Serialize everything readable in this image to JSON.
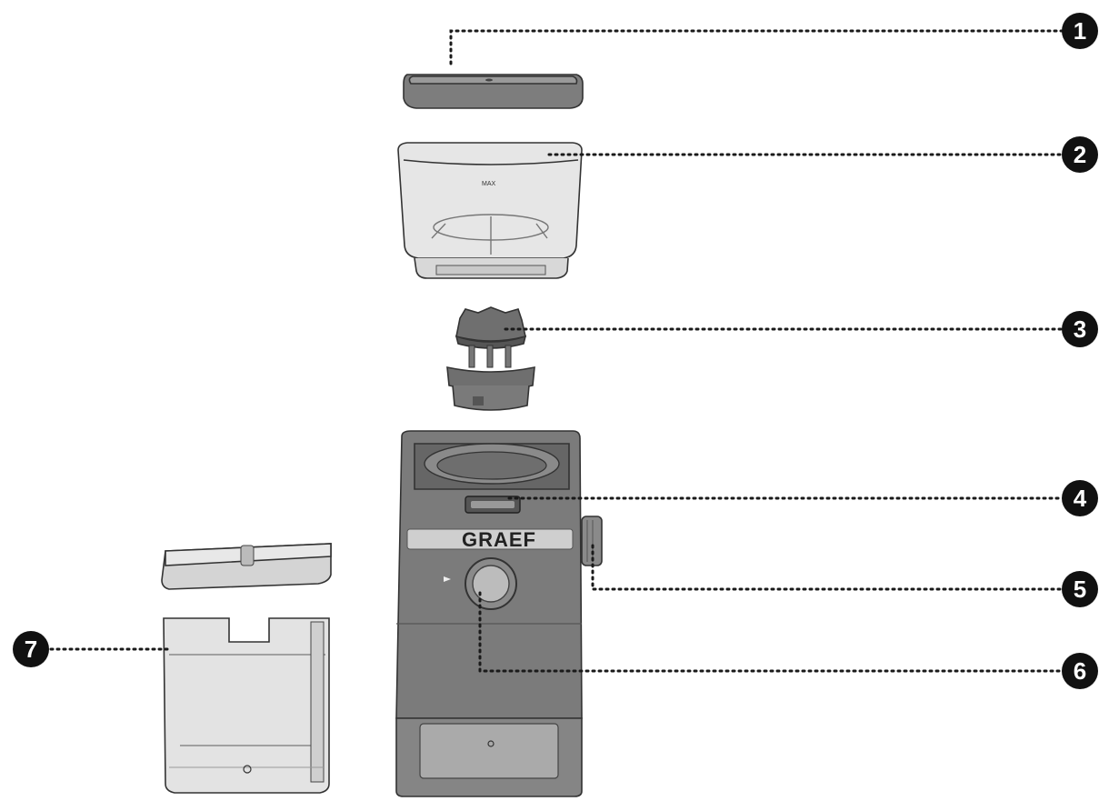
{
  "diagram": {
    "brand_label": "GRAEF",
    "max_mark": "MAX",
    "callouts": [
      {
        "id": "callout-1",
        "number": "1"
      },
      {
        "id": "callout-2",
        "number": "2"
      },
      {
        "id": "callout-3",
        "number": "3"
      },
      {
        "id": "callout-4",
        "number": "4"
      },
      {
        "id": "callout-5",
        "number": "5"
      },
      {
        "id": "callout-6",
        "number": "6"
      },
      {
        "id": "callout-7",
        "number": "7"
      }
    ],
    "colors": {
      "body_dark": "#7b7b7b",
      "body_light": "#b9b9b9",
      "transparent_part": "#e6e6e6",
      "callout_bg": "#111111",
      "leader_line": "#1a1a1a"
    }
  }
}
